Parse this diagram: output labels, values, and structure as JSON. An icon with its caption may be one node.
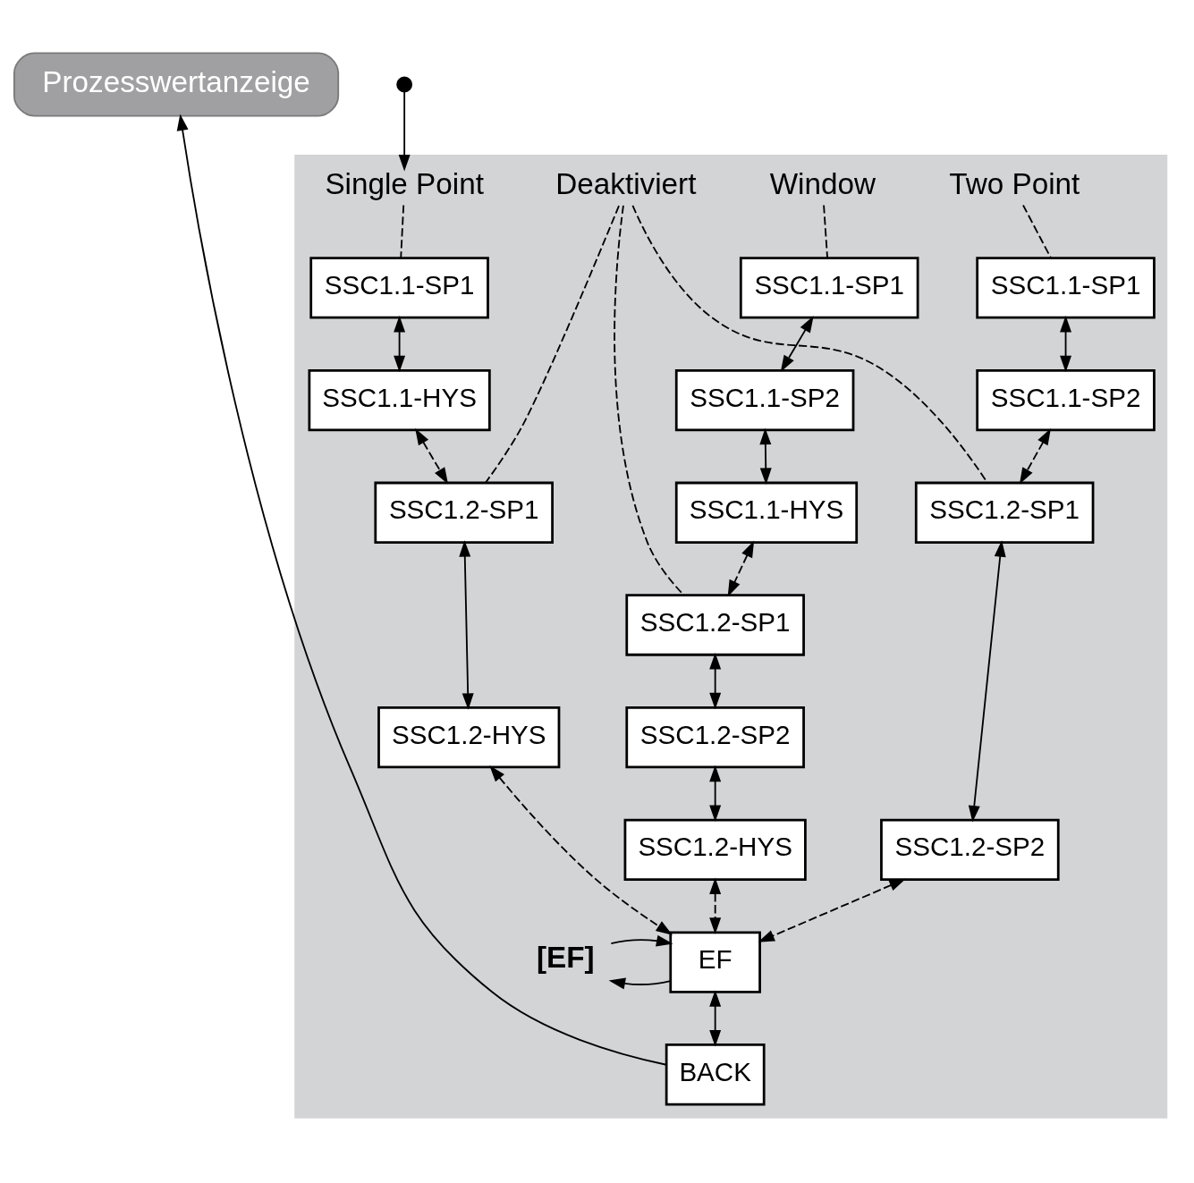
{
  "diagram": {
    "nodes": [
      {
        "text": [
          "Prozesswertanzeige"
        ]
      },
      {
        "text": [],
        "shape": "box"
      },
      {
        "text": [
          "Single Point"
        ],
        "in": 1
      },
      {
        "text": [
          "Two Point"
        ],
        "in": 1
      },
      {
        "text": [
          "Window"
        ],
        "in": 1
      },
      {
        "text": [
          "Deaktiviert"
        ],
        "in": 1
      },
      {
        "text": [
          "SSC1.1-SP1"
        ],
        "in": 1
      },
      {
        "text": [
          "SSC1.1-HYS"
        ],
        "in": 1
      },
      {
        "text": [
          "SSC1.1-SP1"
        ],
        "in": 1
      },
      {
        "text": [
          "SSC1.1-SP2"
        ],
        "in": 1
      },
      {
        "text": [
          "SSC1.1-SP1"
        ],
        "in": 1
      },
      {
        "text": [
          "SSC1.1-SP2"
        ],
        "in": 1
      },
      {
        "text": [
          "SSC1.1-HYS"
        ],
        "in": 1
      },
      {
        "text": [
          "SSC1.2-SP1"
        ],
        "in": 1
      },
      {
        "text": [
          "SSC1.2-HYS"
        ],
        "in": 1
      },
      {
        "text": [
          "SSC1.2-SP1"
        ],
        "in": 1
      },
      {
        "text": [
          "SSC1.2-SP2"
        ],
        "in": 1
      },
      {
        "text": [
          "SSC1.2-SP1"
        ],
        "in": 1
      },
      {
        "text": [
          "SSC1.2-SP2"
        ],
        "in": 1
      },
      {
        "text": [
          "SSC1.2-HYS"
        ],
        "in": 1
      },
      {
        "text": [
          "EF"
        ],
        "in": 1
      },
      {
        "text": [
          "BACK"
        ],
        "in": 1
      },
      {
        "text": [
          "[EF]"
        ],
        "in": 1
      }
    ],
    "edges": [
      {
        "from": null,
        "to": 2,
        "arrow": "to"
      },
      {
        "from": 2,
        "to": 6,
        "arrow": "none",
        "style": "dashed"
      },
      {
        "from": 3,
        "to": 8,
        "arrow": "none",
        "style": "dashed"
      },
      {
        "from": 4,
        "to": 10,
        "arrow": "none",
        "style": "dashed"
      },
      {
        "from": 6,
        "to": 7,
        "arrow": "both"
      },
      {
        "from": 8,
        "to": 9,
        "arrow": "both"
      },
      {
        "from": 10,
        "to": 11,
        "arrow": "both"
      },
      {
        "from": 11,
        "to": 12,
        "arrow": "both"
      },
      {
        "from": 7,
        "to": 13,
        "arrow": "both",
        "style": "dashed"
      },
      {
        "from": 9,
        "to": 15,
        "arrow": "both",
        "style": "dashed"
      },
      {
        "from": 12,
        "to": 17,
        "arrow": "both",
        "style": "dashed"
      },
      {
        "from": 5,
        "to": 13,
        "arrow": "none",
        "style": "dashed"
      },
      {
        "from": 5,
        "to": 15,
        "arrow": "none",
        "style": "dashed"
      },
      {
        "from": 5,
        "to": 17,
        "arrow": "none",
        "style": "dashed"
      },
      {
        "from": 13,
        "to": 14,
        "arrow": "both"
      },
      {
        "from": 15,
        "to": 16,
        "arrow": "both"
      },
      {
        "from": 17,
        "to": 18,
        "arrow": "both"
      },
      {
        "from": 18,
        "to": 19,
        "arrow": "both"
      },
      {
        "from": 14,
        "to": 20,
        "arrow": "both",
        "style": "dashed"
      },
      {
        "from": 16,
        "to": 20,
        "arrow": "both",
        "style": "dashed"
      },
      {
        "from": 19,
        "to": 20,
        "arrow": "both",
        "style": "dashed"
      },
      {
        "from": 20,
        "to": 21,
        "arrow": "both"
      },
      {
        "from": 20,
        "to": 22,
        "arrow": "to"
      },
      {
        "from": 22,
        "to": 20,
        "arrow": "to"
      },
      {
        "from": 21,
        "to": 0,
        "arrow": "to"
      }
    ]
  }
}
